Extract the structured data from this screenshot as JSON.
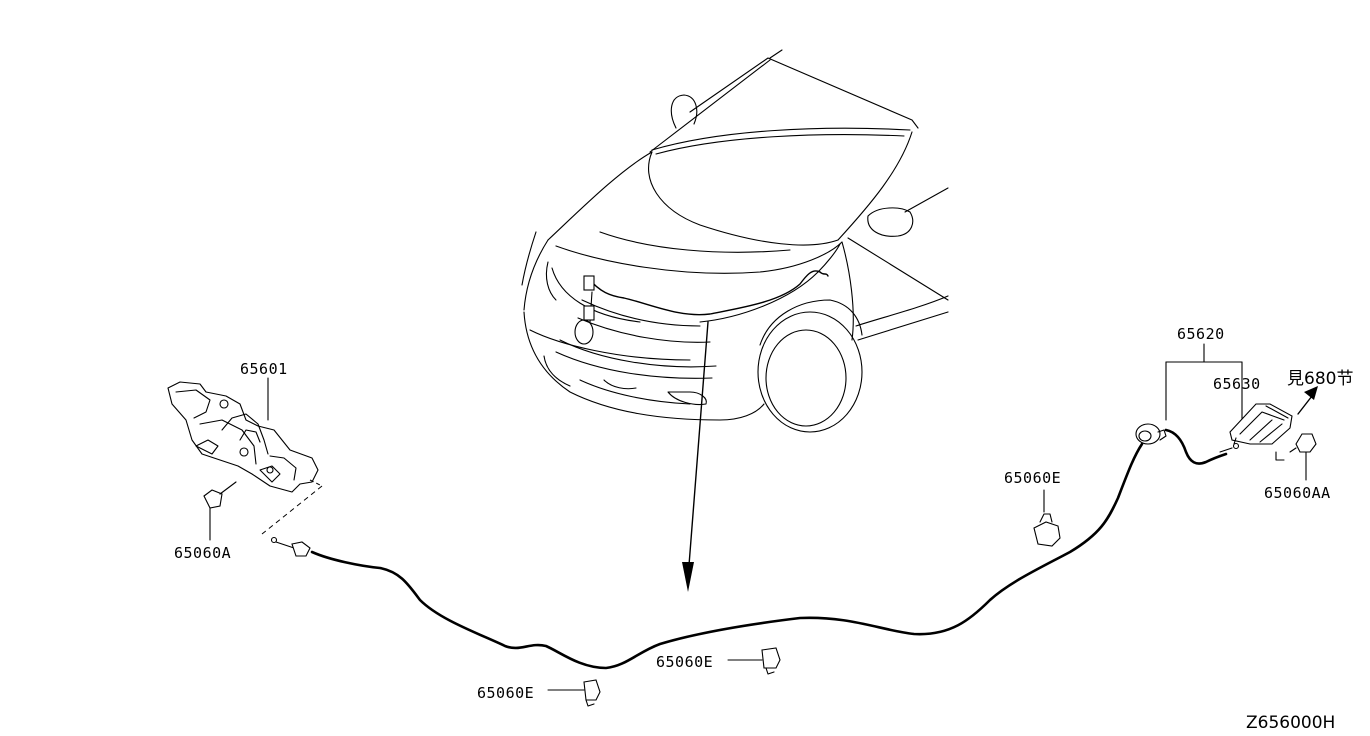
{
  "diagram": {
    "reference_code": "Z656000H",
    "parts": {
      "hood_lock": "65601",
      "bolt_a": "65060A",
      "clip_e_right": "65060E",
      "clip_e_center": "65060E",
      "clip_e_bottom": "65060E",
      "hood_lock_control_cable": "65620",
      "handle": "65630",
      "bolt_aa": "65060AA"
    },
    "cross_reference": "見680节"
  }
}
